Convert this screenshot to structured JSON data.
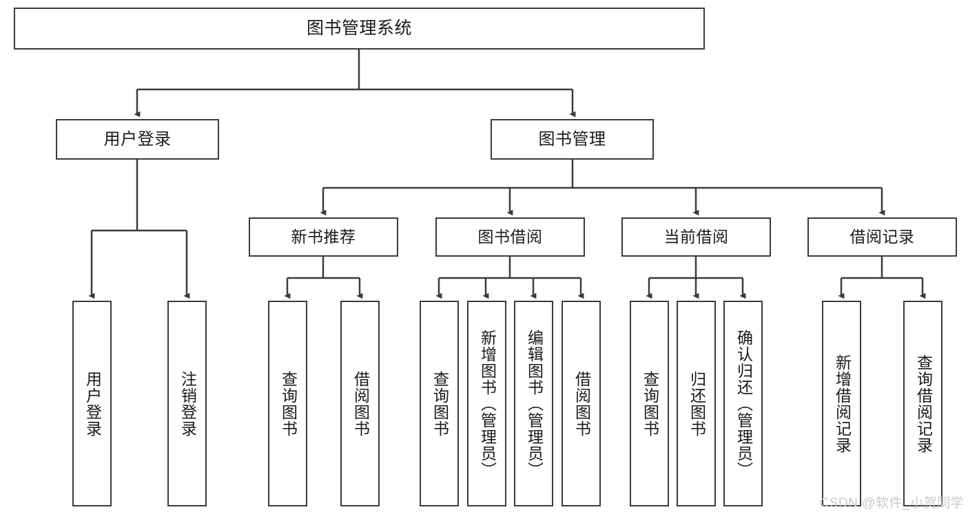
{
  "diagram": {
    "type": "tree-hierarchy",
    "title": "图书管理系统",
    "watermark": "CSDN @软件_小贺同学",
    "colors": {
      "box_border": "#3a3a3a",
      "box_fill": "#ffffff",
      "connector": "#3a3a3a",
      "text": "#1a1a1a",
      "watermark": "#c9c9c9",
      "background": "#ffffff"
    },
    "nodes": {
      "root": {
        "label": "图书管理系统"
      },
      "level2": [
        {
          "id": "user-login",
          "label": "用户登录"
        },
        {
          "id": "book-management",
          "label": "图书管理"
        }
      ],
      "level3": [
        {
          "id": "new-book-recommend",
          "label": "新书推荐"
        },
        {
          "id": "book-borrow",
          "label": "图书借阅"
        },
        {
          "id": "current-borrow",
          "label": "当前借阅"
        },
        {
          "id": "borrow-record",
          "label": "借阅记录"
        }
      ],
      "leaves": {
        "user-login": [
          {
            "id": "leaf-user-login",
            "label": "用户登录"
          },
          {
            "id": "leaf-user-logout",
            "label": "注销登录"
          }
        ],
        "new-book-recommend": [
          {
            "id": "leaf-query-book-1",
            "label": "查询图书"
          },
          {
            "id": "leaf-borrow-book-1",
            "label": "借阅图书"
          }
        ],
        "book-borrow": [
          {
            "id": "leaf-query-book-2",
            "label": "查询图书"
          },
          {
            "id": "leaf-add-book",
            "label": "新增图书（管理员）"
          },
          {
            "id": "leaf-edit-book",
            "label": "编辑图书（管理员）"
          },
          {
            "id": "leaf-borrow-book-2",
            "label": "借阅图书"
          }
        ],
        "current-borrow": [
          {
            "id": "leaf-query-book-3",
            "label": "查询图书"
          },
          {
            "id": "leaf-return-book",
            "label": "归还图书"
          },
          {
            "id": "leaf-confirm-return",
            "label": "确认归还（管理员）"
          }
        ],
        "borrow-record": [
          {
            "id": "leaf-add-record",
            "label": "新增借阅记录"
          },
          {
            "id": "leaf-query-record",
            "label": "查询借阅记录"
          }
        ]
      }
    }
  }
}
